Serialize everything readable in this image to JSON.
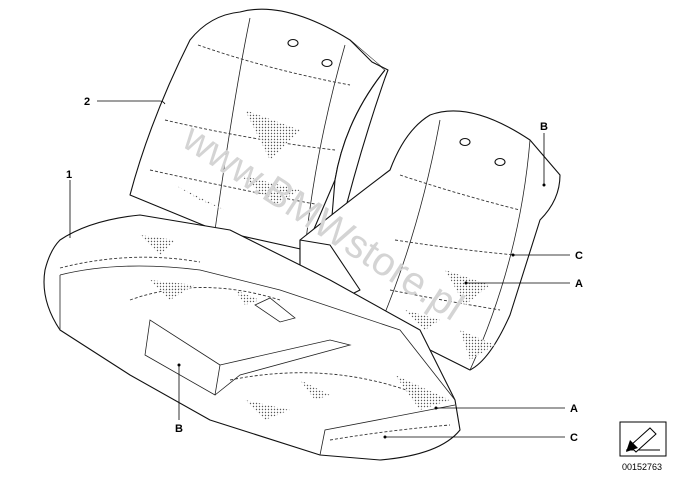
{
  "diagram": {
    "callouts": [
      {
        "id": "1",
        "text": "1"
      },
      {
        "id": "2",
        "text": "2"
      },
      {
        "id": "B_top",
        "text": "B"
      },
      {
        "id": "C_top",
        "text": "C"
      },
      {
        "id": "A_top",
        "text": "A"
      },
      {
        "id": "B_bottom",
        "text": "B"
      },
      {
        "id": "A_bottom",
        "text": "A"
      },
      {
        "id": "C_bottom",
        "text": "C"
      }
    ],
    "watermark": "www.BMWstore.pl",
    "part_number": "00152763",
    "corner_icon": "arrow-box-icon"
  }
}
